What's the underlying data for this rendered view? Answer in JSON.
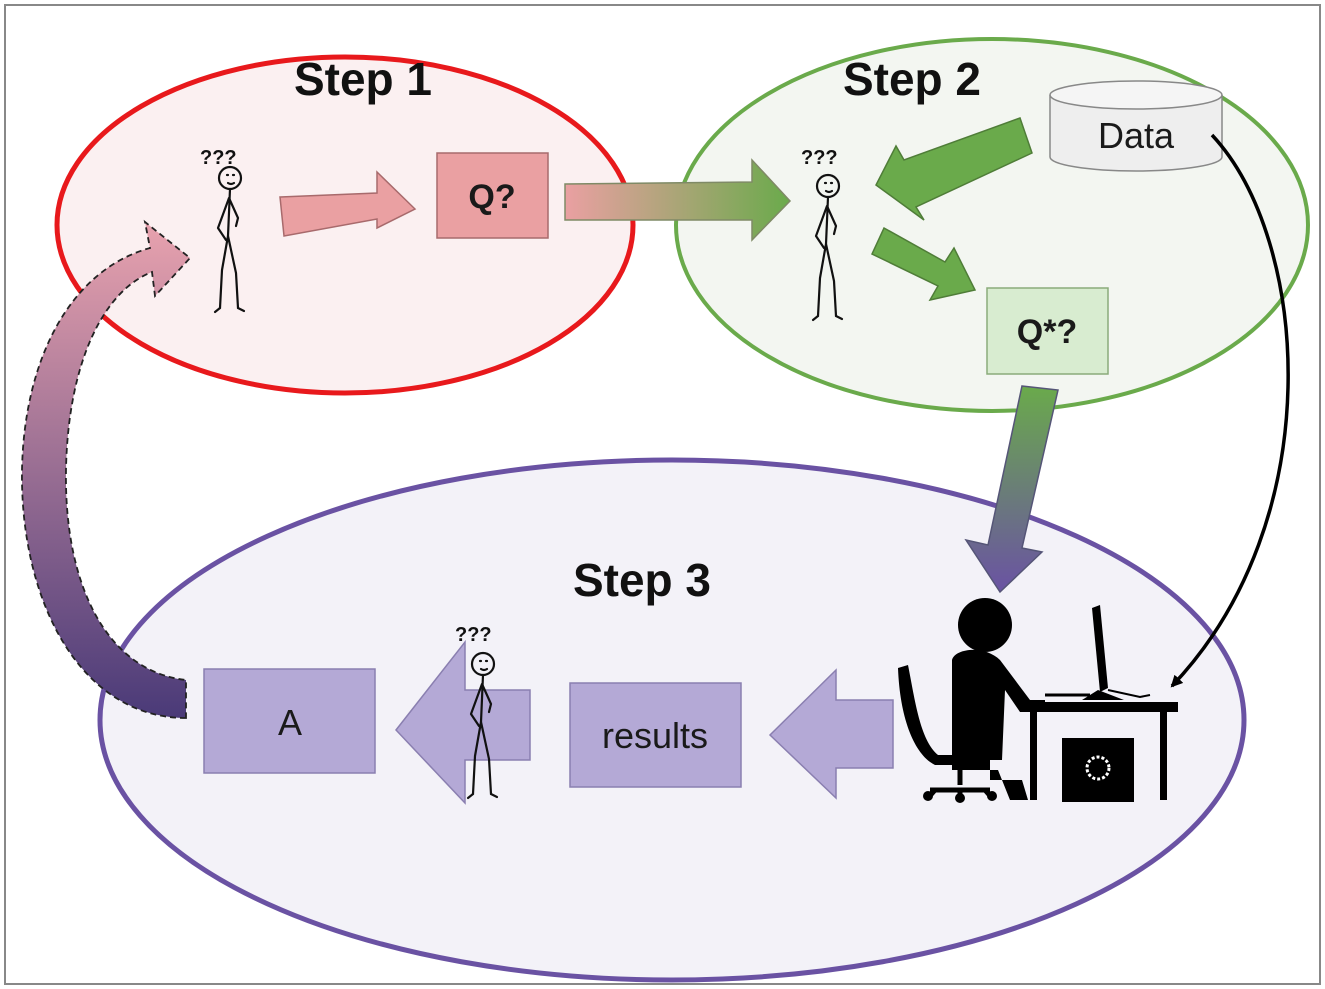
{
  "steps": {
    "step1": {
      "label": "Step 1"
    },
    "step2": {
      "label": "Step 2"
    },
    "step3": {
      "label": "Step 3"
    }
  },
  "boxes": {
    "question": "Q?",
    "refined_question": "Q*?",
    "data": "Data",
    "results": "results",
    "answer": "A"
  },
  "thinking_marks": "???",
  "colors": {
    "step1_border": "#e8191c",
    "step1_fill": "#fbf0f1",
    "step1_arrow": "#eaa0a2",
    "step2_border": "#6aaa4b",
    "step2_fill": "#f3f6f1",
    "step2_arrow": "#6aaa4b",
    "step3_border": "#6a52a3",
    "step3_fill": "#f3f2f8",
    "step3_arrow": "#b4a9d6",
    "return_arrow_dark": "#4a3a78"
  },
  "icons": [
    "thinking-person-icon",
    "database-icon",
    "person-at-computer-icon"
  ]
}
